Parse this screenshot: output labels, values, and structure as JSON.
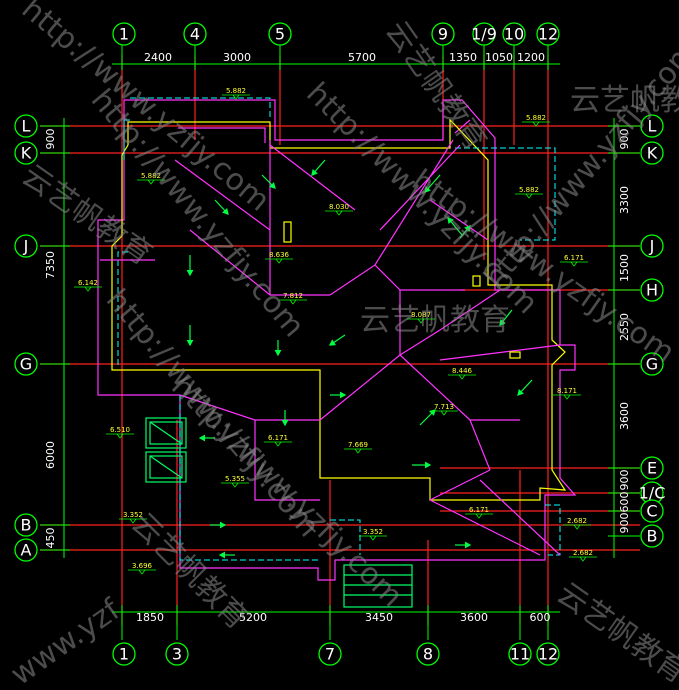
{
  "axes_top": [
    "1",
    "4",
    "5",
    "9",
    "1/9",
    "10",
    "12"
  ],
  "axes_bottom": [
    "1",
    "3",
    "7",
    "8",
    "11",
    "12"
  ],
  "axes_left": [
    "L",
    "K",
    "J",
    "G",
    "B",
    "A"
  ],
  "axes_right": [
    "L",
    "K",
    "J",
    "H",
    "G",
    "E",
    "1/C",
    "C",
    "B"
  ],
  "dims_top": [
    "2400",
    "3000",
    "5700",
    "1350",
    "1050",
    "1200"
  ],
  "dims_bottom": [
    "1850",
    "5200",
    "3450",
    "3600",
    "600"
  ],
  "dims_left": [
    "900",
    "7350",
    "6000",
    "450"
  ],
  "dims_right": [
    "900",
    "3300",
    "1500",
    "2550",
    "3600",
    "900",
    "600",
    "900"
  ],
  "elevations": [
    "5.882",
    "5.882",
    "5.882",
    "5.882",
    "8.030",
    "8.636",
    "7.812",
    "6.142",
    "6.171",
    "8.087",
    "8.446",
    "7.713",
    "6.171",
    "8.171",
    "7.669",
    "6.510",
    "5.355",
    "3.352",
    "3.352",
    "6.171",
    "2.682",
    "2.682",
    "3.696"
  ],
  "watermarks": [
    "http://www.yzfjy.com",
    "http://www.yzfjy.com",
    "云艺帆教育",
    "云艺帆教育",
    "http://www.yzfjy.com",
    "云艺帆教育",
    "云艺帆教育",
    "http://www.yzfjy.com",
    "http://www.yzfjy.com",
    "http://www.yzfjy.com",
    "http://www.yzfjy.com",
    "云艺帆教育",
    "www.yzf",
    "云艺帆教育"
  ],
  "colors": {
    "axis_line": "#ff2020",
    "axis_bubble": "#00ff00",
    "dimension": "#00ff00",
    "ridge": "#ff33ff",
    "eave": "#ffff00",
    "wall": "#00ffff",
    "arrow": "#00ff44",
    "background": "#000000"
  }
}
